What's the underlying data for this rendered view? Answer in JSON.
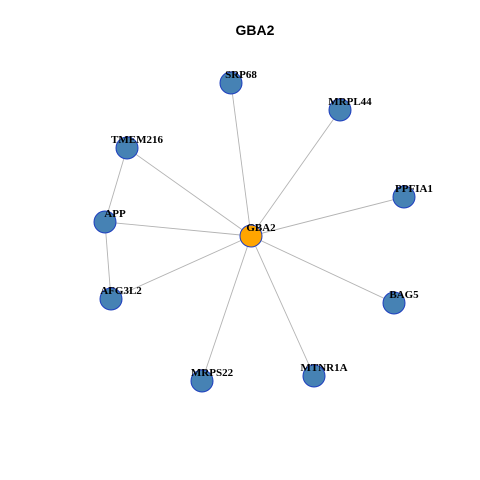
{
  "title": "GBA2",
  "colors": {
    "hub_fill": "#ffa500",
    "node_fill": "#4682b4",
    "node_stroke": "#1f3fbf",
    "edge": "#b3b3b3"
  },
  "nodes": [
    {
      "id": "GBA2",
      "label": "GBA2",
      "hub": true
    },
    {
      "id": "SRP68",
      "label": "SRP68",
      "hub": false
    },
    {
      "id": "MRPL44",
      "label": "MRPL44",
      "hub": false
    },
    {
      "id": "TMEM216",
      "label": "TMEM216",
      "hub": false
    },
    {
      "id": "PPFIA1",
      "label": "PPFIA1",
      "hub": false
    },
    {
      "id": "APP",
      "label": "APP",
      "hub": false
    },
    {
      "id": "AFG3L2",
      "label": "AFG3L2",
      "hub": false
    },
    {
      "id": "BAG5",
      "label": "BAG5",
      "hub": false
    },
    {
      "id": "MTNR1A",
      "label": "MTNR1A",
      "hub": false
    },
    {
      "id": "MRPS22",
      "label": "MRPS22",
      "hub": false
    }
  ],
  "edges": [
    [
      "GBA2",
      "SRP68"
    ],
    [
      "GBA2",
      "MRPL44"
    ],
    [
      "GBA2",
      "TMEM216"
    ],
    [
      "GBA2",
      "PPFIA1"
    ],
    [
      "GBA2",
      "APP"
    ],
    [
      "GBA2",
      "AFG3L2"
    ],
    [
      "GBA2",
      "BAG5"
    ],
    [
      "GBA2",
      "MTNR1A"
    ],
    [
      "GBA2",
      "MRPS22"
    ],
    [
      "APP",
      "TMEM216"
    ],
    [
      "APP",
      "AFG3L2"
    ]
  ]
}
